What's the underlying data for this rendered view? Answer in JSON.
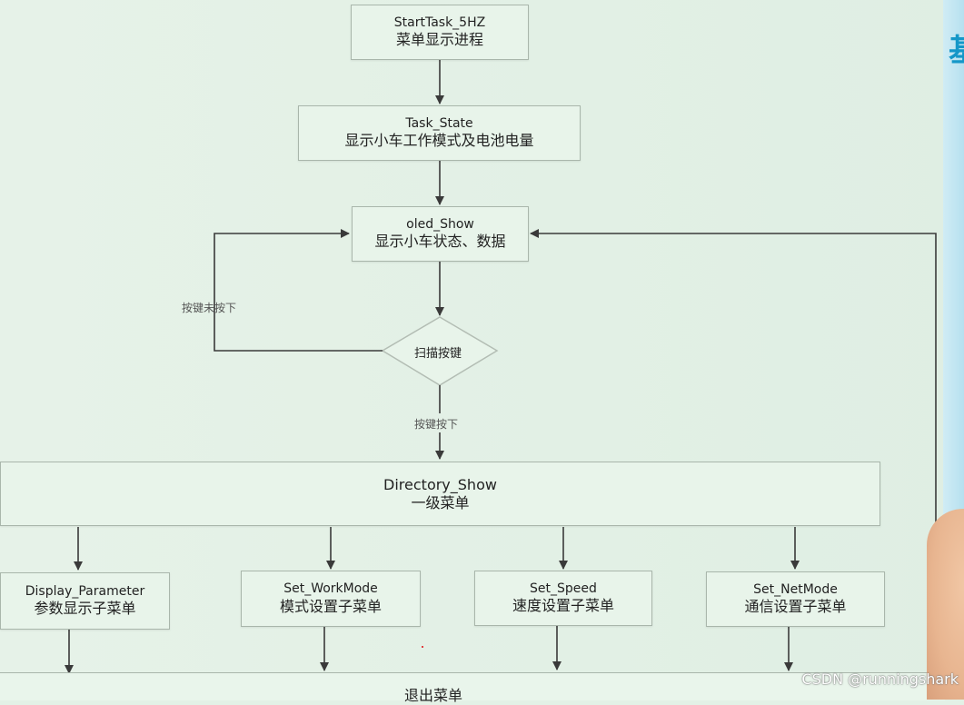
{
  "nodes": {
    "start_task": {
      "en": "StartTask_5HZ",
      "cn": "菜单显示进程"
    },
    "task_state": {
      "en": "Task_State",
      "cn": "显示小车工作模式及电池电量"
    },
    "oled_show": {
      "en": "oled_Show",
      "cn": "显示小车状态、数据"
    },
    "scan_keys": {
      "cn": "扫描按键"
    },
    "directory_show": {
      "en": "Directory_Show",
      "cn": "一级菜单"
    },
    "display_parameter": {
      "en": "Display_Parameter",
      "cn": "参数显示子菜单"
    },
    "set_workmode": {
      "en": "Set_WorkMode",
      "cn": "模式设置子菜单"
    },
    "set_speed": {
      "en": "Set_Speed",
      "cn": "速度设置子菜单"
    },
    "set_netmode": {
      "en": "Set_NetMode",
      "cn": "通信设置子菜单"
    },
    "exit_menu": {
      "cn": "退出菜单"
    }
  },
  "edge_labels": {
    "key_not_pressed": "按键未按下",
    "key_pressed": "按键按下"
  },
  "side_title": "基",
  "watermark": "CSDN @runningshark",
  "colors": {
    "background": "#e3f1e6",
    "box": "#e8f4ea",
    "line": "#3a3a3a",
    "accent": "#1597c8"
  }
}
